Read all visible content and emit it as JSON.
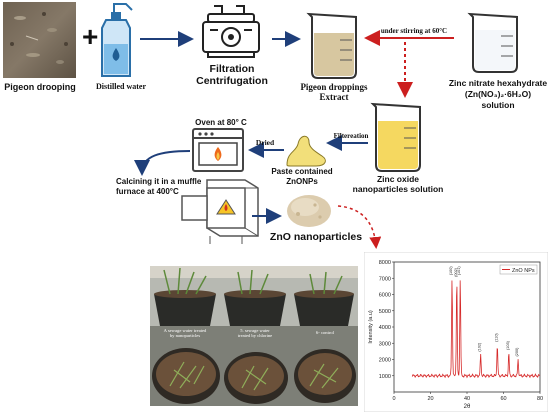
{
  "steps": {
    "pigeon_drooping": "Pigeon drooping",
    "plus_sign": "+",
    "distilled_water": "Distilled water",
    "filtration": "Filtration",
    "centrifugation": "Centrifugation",
    "pigeon_extract_line1": "Pigeon droppings",
    "pigeon_extract_line2": "Extract",
    "under_stirring": "under stirring at 60°C",
    "zinc_nitrate_line1": "Zinc nitrate hexahydrate",
    "zinc_nitrate_line2": "(Zn(NO₃)₂·6H₂O)",
    "zinc_nitrate_line3": "solution",
    "zno_solution_line1": "Zinc oxide",
    "zno_solution_line2": "nanoparticles solution",
    "filtration2": "Filtereation",
    "paste_line1": "Paste contained",
    "paste_line2": "ZnONPs",
    "dried": "Dried",
    "oven": "Oven at 80° C",
    "calcining_line1": "Calcining it in a muffle",
    "calcining_line2": "furnace at 400°C",
    "zno_np": "ZnO nanoparticles"
  },
  "photo_labels": {
    "pot1_line1": "A sewage water treated",
    "pot1_line2": "by nanoparticles",
    "pot2_line1": "5. sewage water",
    "pot2_line2": "treated by chlorine",
    "pot3": "6- control"
  },
  "colors": {
    "blue_arrow": "#1f3f7a",
    "red_arrow": "#cc1f1f",
    "xrd_line": "#d62a2a",
    "beaker_fill_brown": "#d7c7a0",
    "beaker_fill_yellow": "#f5d860",
    "paste_yellow": "#f2df7a"
  },
  "icons": [
    "pigeon-dropping-photo",
    "water-bottle-icon",
    "filtration-machine-icon",
    "beaker-icon",
    "oven-icon",
    "muffle-furnace-icon",
    "powder-icon",
    "plant-photo"
  ],
  "chart_data": {
    "type": "line",
    "xlabel": "2θ",
    "ylabel": "Intensity (a.u)",
    "xlim": [
      0,
      80
    ],
    "ylim": [
      0,
      8000
    ],
    "x_ticks": [
      "0",
      "20",
      "40",
      "60",
      "80"
    ],
    "y_ticks": [
      "1000",
      "2000",
      "3000",
      "4000",
      "5000",
      "6000",
      "7000",
      "8000"
    ],
    "legend": "ZnO NPs",
    "legend_position": "top-right",
    "series": [
      {
        "name": "ZnO NPs",
        "peaks": [
          {
            "two_theta": 31.8,
            "intensity": 7000,
            "label": "(100)"
          },
          {
            "two_theta": 34.4,
            "intensity": 6900,
            "label": "(002)"
          },
          {
            "two_theta": 36.3,
            "intensity": 7000,
            "label": "(101)"
          },
          {
            "two_theta": 47.5,
            "intensity": 2300,
            "label": "(102)"
          },
          {
            "two_theta": 56.6,
            "intensity": 2900,
            "label": "(110)"
          },
          {
            "two_theta": 62.9,
            "intensity": 2400,
            "label": "(103)"
          },
          {
            "two_theta": 68.0,
            "intensity": 2000,
            "label": "(200)"
          }
        ],
        "baseline": 1000
      }
    ]
  }
}
